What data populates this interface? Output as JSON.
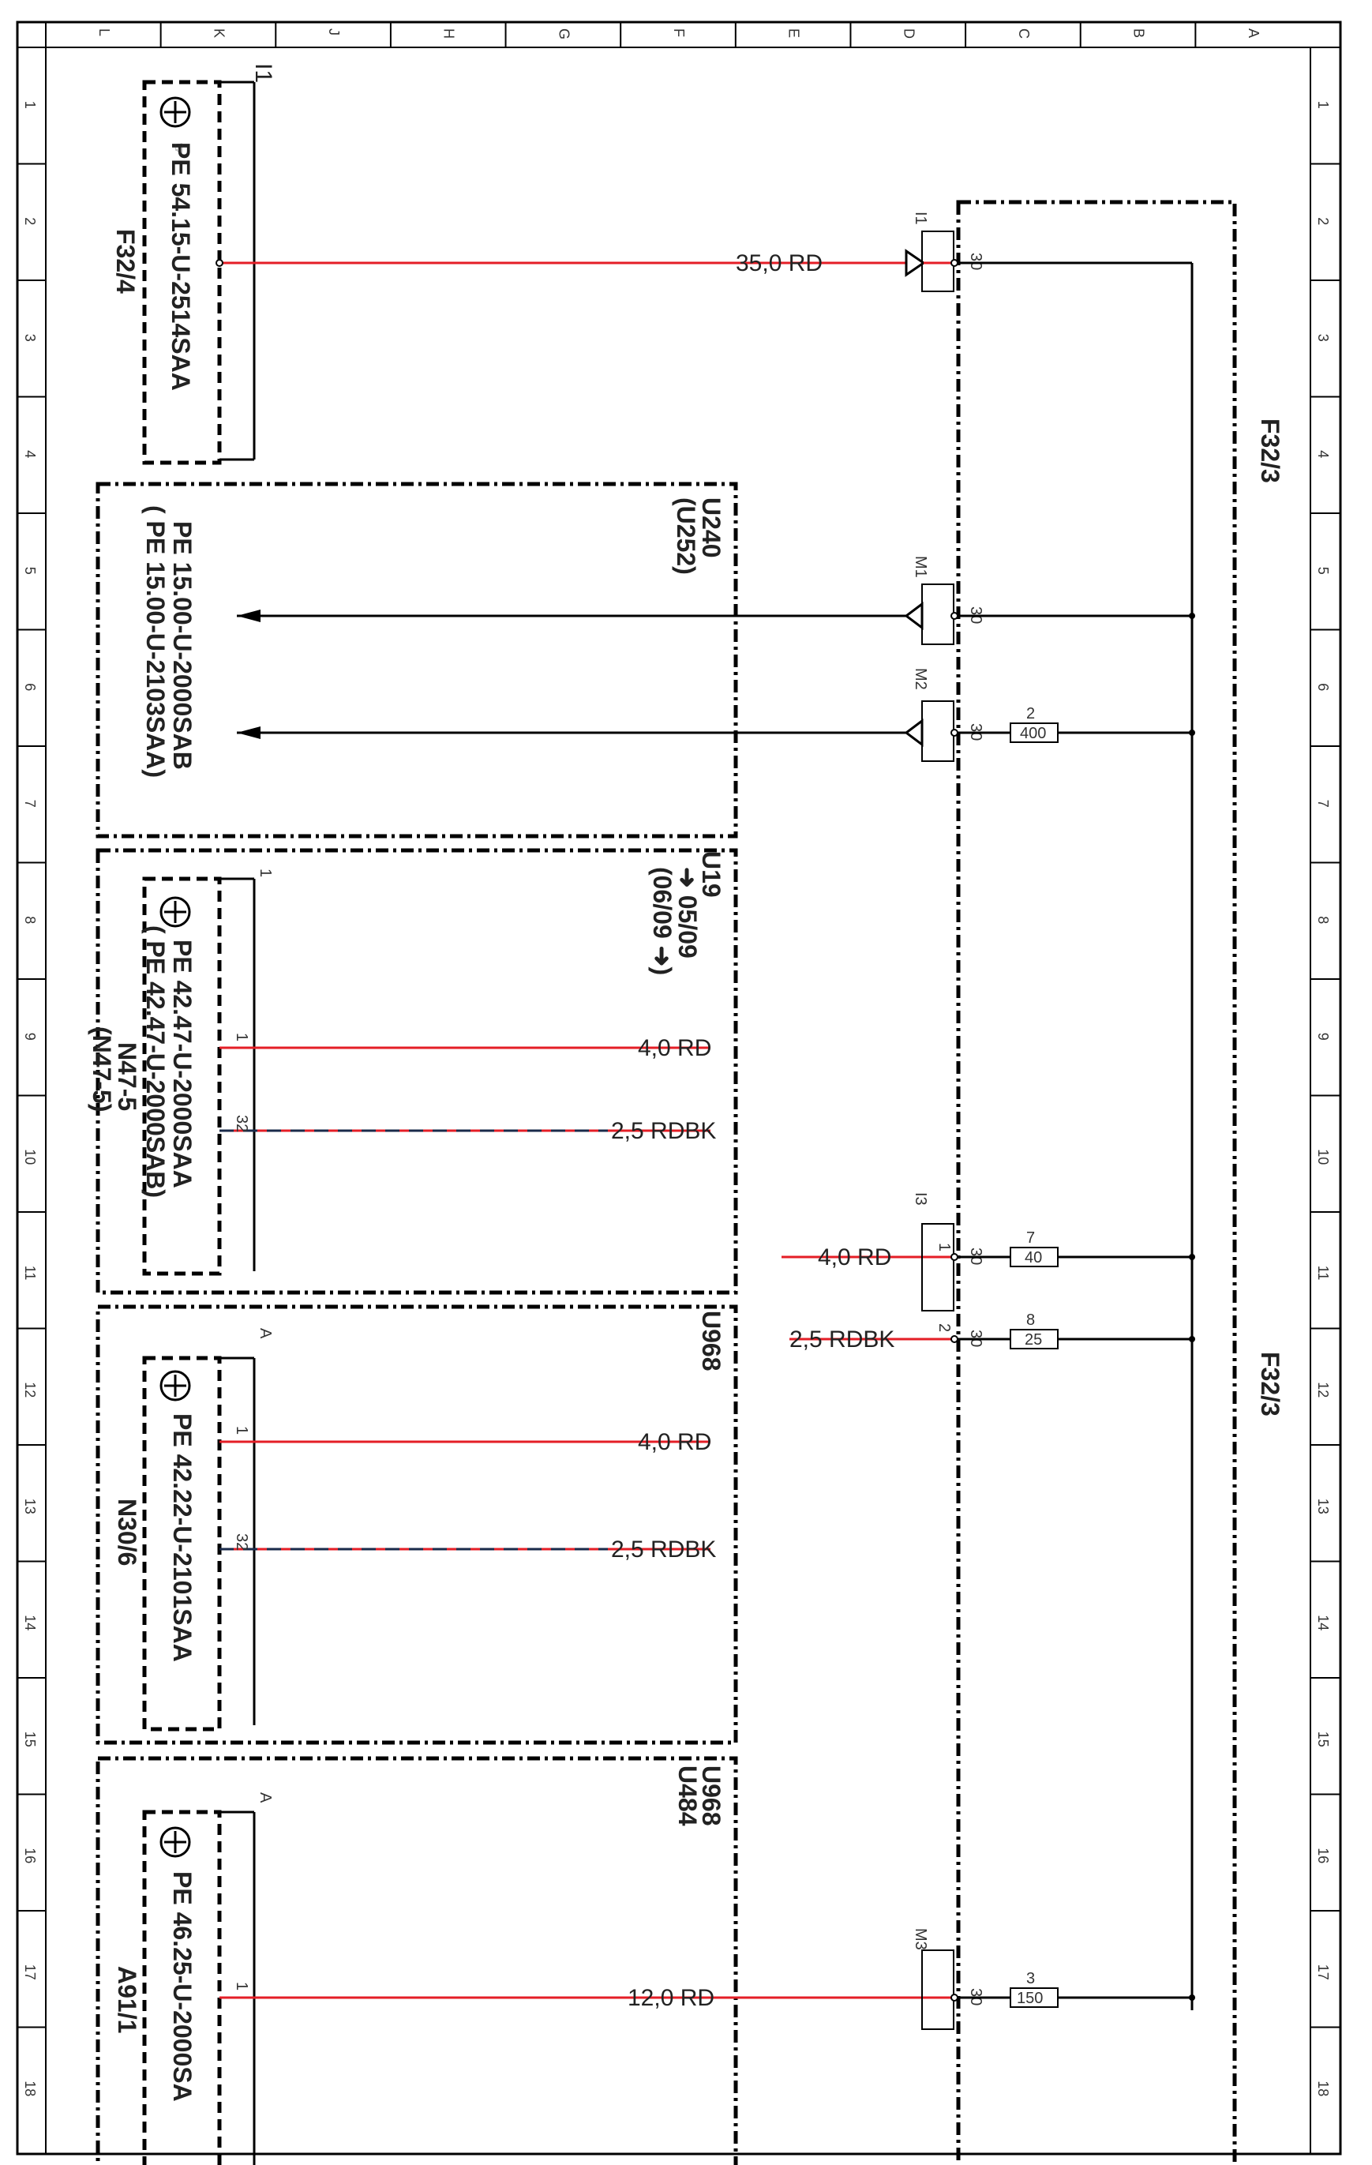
{
  "grid": {
    "columns": [
      "L",
      "K",
      "J",
      "H",
      "G",
      "F",
      "E",
      "D",
      "C",
      "B",
      "A"
    ],
    "rows": [
      "1",
      "2",
      "3",
      "4",
      "5",
      "6",
      "7",
      "8",
      "9",
      "10",
      "11",
      "12",
      "13",
      "14",
      "15",
      "16",
      "17",
      "18"
    ]
  },
  "groups": [
    {
      "id": "F32/3",
      "label": "F32/3"
    },
    {
      "id": "F32/3b",
      "label": "F32/3"
    }
  ],
  "components": {
    "f32_4": {
      "ref": "F32/4",
      "pe": "PE  54.15-U-2514SAA",
      "pin_label": "I1"
    },
    "u240": {
      "ref": "U240",
      "alt": "(U252)",
      "pe1": "PE  15.00-U-2000SAB",
      "pe2": "(    PE  15.00-U-2103SAA)"
    },
    "n47": {
      "ref": "N47-5",
      "alt": "(N47-5)",
      "pe1": "PE  42.47-U-2000SAA",
      "pe2": "(    PE  42.47-U-2000SAB)",
      "pin_label": "1",
      "code": "U19",
      "note1": "05/09",
      "note2": "(06/09"
    },
    "n30": {
      "ref": "N30/6",
      "pe": "PE  42.22-U-2101SAA",
      "pin_label": "A",
      "code": "U968"
    },
    "a91": {
      "ref": "A91/1",
      "pe": "PE  46.25-U-2000SA",
      "pin_label": "A",
      "code1": "U968",
      "code2": "U484"
    }
  },
  "connectors": {
    "I1": "I1",
    "M1": "M1",
    "M2": "M2",
    "I3": "I3",
    "M3": "M3"
  },
  "wires": [
    {
      "id": "w1",
      "label": "35,0  RD"
    },
    {
      "id": "w2",
      "label": "4,0  RD"
    },
    {
      "id": "w3",
      "label": "2,5  RDBK"
    },
    {
      "id": "w4",
      "label": "4,0  RD"
    },
    {
      "id": "w5",
      "label": "2,5  RDBK"
    },
    {
      "id": "w6",
      "label": "4,0  RD"
    },
    {
      "id": "w7",
      "label": "2,5  RDBK"
    },
    {
      "id": "w8",
      "label": "12,0  RD"
    }
  ],
  "pins": {
    "p30": "30",
    "p1": "1",
    "p2": "2",
    "p32": "32"
  },
  "fuses": [
    {
      "num": "2",
      "rating": "400"
    },
    {
      "num": "7",
      "rating": "40"
    },
    {
      "num": "8",
      "rating": "25"
    },
    {
      "num": "3",
      "rating": "150"
    }
  ],
  "colors": {
    "red_wire": "#e41e26",
    "black_wire": "#000000",
    "rdbk_stripe": "#1a2a4a"
  }
}
